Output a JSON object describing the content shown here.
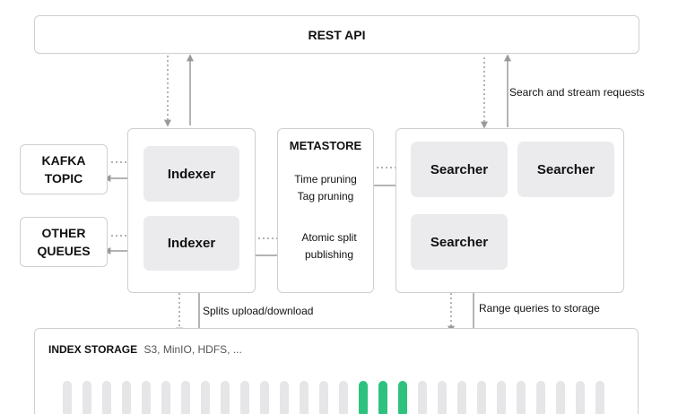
{
  "rest_api": {
    "label": "REST API"
  },
  "sources": {
    "kafka": {
      "line1": "KAFKA",
      "line2": "TOPIC"
    },
    "other": {
      "line1": "OTHER",
      "line2": "QUEUES"
    }
  },
  "indexers": [
    {
      "label": "Indexer"
    },
    {
      "label": "Indexer"
    }
  ],
  "metastore": {
    "title": "METASTORE",
    "line_time": "Time pruning",
    "line_tag": "Tag pruning",
    "line_atomic": "Atomic split",
    "line_publishing": "publishing"
  },
  "searchers": [
    {
      "label": "Searcher"
    },
    {
      "label": "Searcher"
    },
    {
      "label": "Searcher"
    }
  ],
  "annotations": {
    "search_stream": "Search and stream requests",
    "splits_updown": "Splits upload/download",
    "range_queries": "Range queries to storage"
  },
  "storage": {
    "title": "INDEX STORAGE",
    "subtitle": "S3, MinIO, HDFS, ..."
  },
  "splits": {
    "count": 28,
    "active": [
      15,
      16,
      17
    ]
  },
  "colors": {
    "border": "#cfcfd3",
    "inner_fill": "#ebebee",
    "arrow": "#9a9a9e",
    "split_idle": "#e6e6e9",
    "split_active": "#2ec27e"
  }
}
